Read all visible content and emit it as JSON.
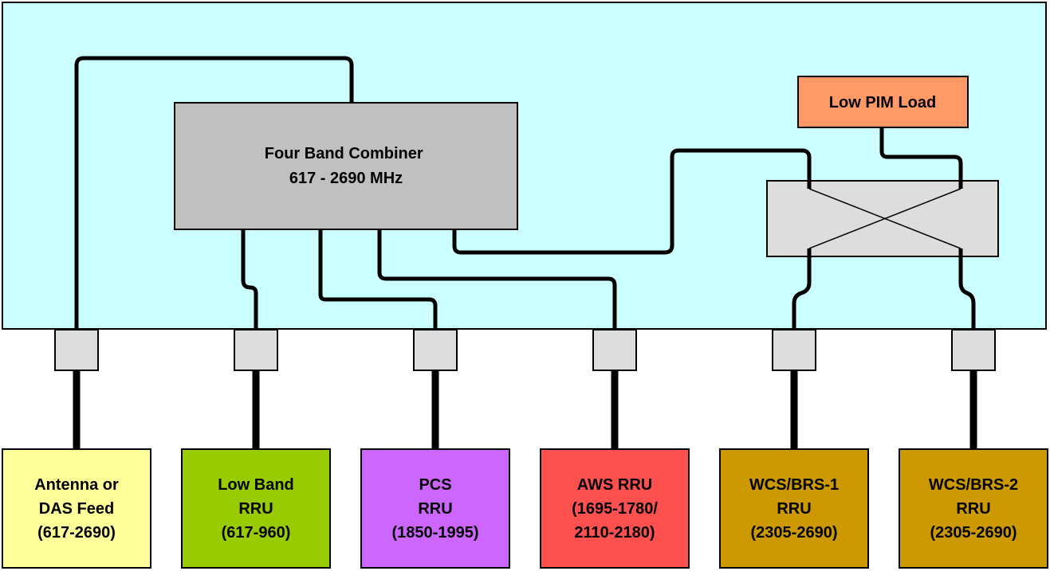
{
  "combiner": {
    "line1": "Four Band Combiner",
    "line2": "617 - 2690 MHz"
  },
  "load": {
    "label": "Low PIM Load"
  },
  "ports": [
    {
      "line1": "Antenna or",
      "line2": "DAS Feed",
      "line3": "(617-2690)",
      "color": "#ffff99"
    },
    {
      "line1": "Low Band",
      "line2": "RRU",
      "line3": "(617-960)",
      "color": "#99cc00"
    },
    {
      "line1": "PCS",
      "line2": "RRU",
      "line3": "(1850-1995)",
      "color": "#cc66ff"
    },
    {
      "line1": "AWS RRU",
      "line2": "(1695-1780/",
      "line3": "2110-2180)",
      "color": "#ff5050"
    },
    {
      "line1": "WCS/BRS-1",
      "line2": "RRU",
      "line3": "(2305-2690)",
      "color": "#cc9900"
    },
    {
      "line1": "WCS/BRS-2",
      "line2": "RRU",
      "line3": "(2305-2690)",
      "color": "#cc9900"
    }
  ],
  "colors": {
    "enclosure": "#ccffff",
    "combiner": "#c0c0c0",
    "hybrid": "#dddddd",
    "connector": "#dddddd",
    "load": "#ff9966",
    "wire": "#000000"
  }
}
